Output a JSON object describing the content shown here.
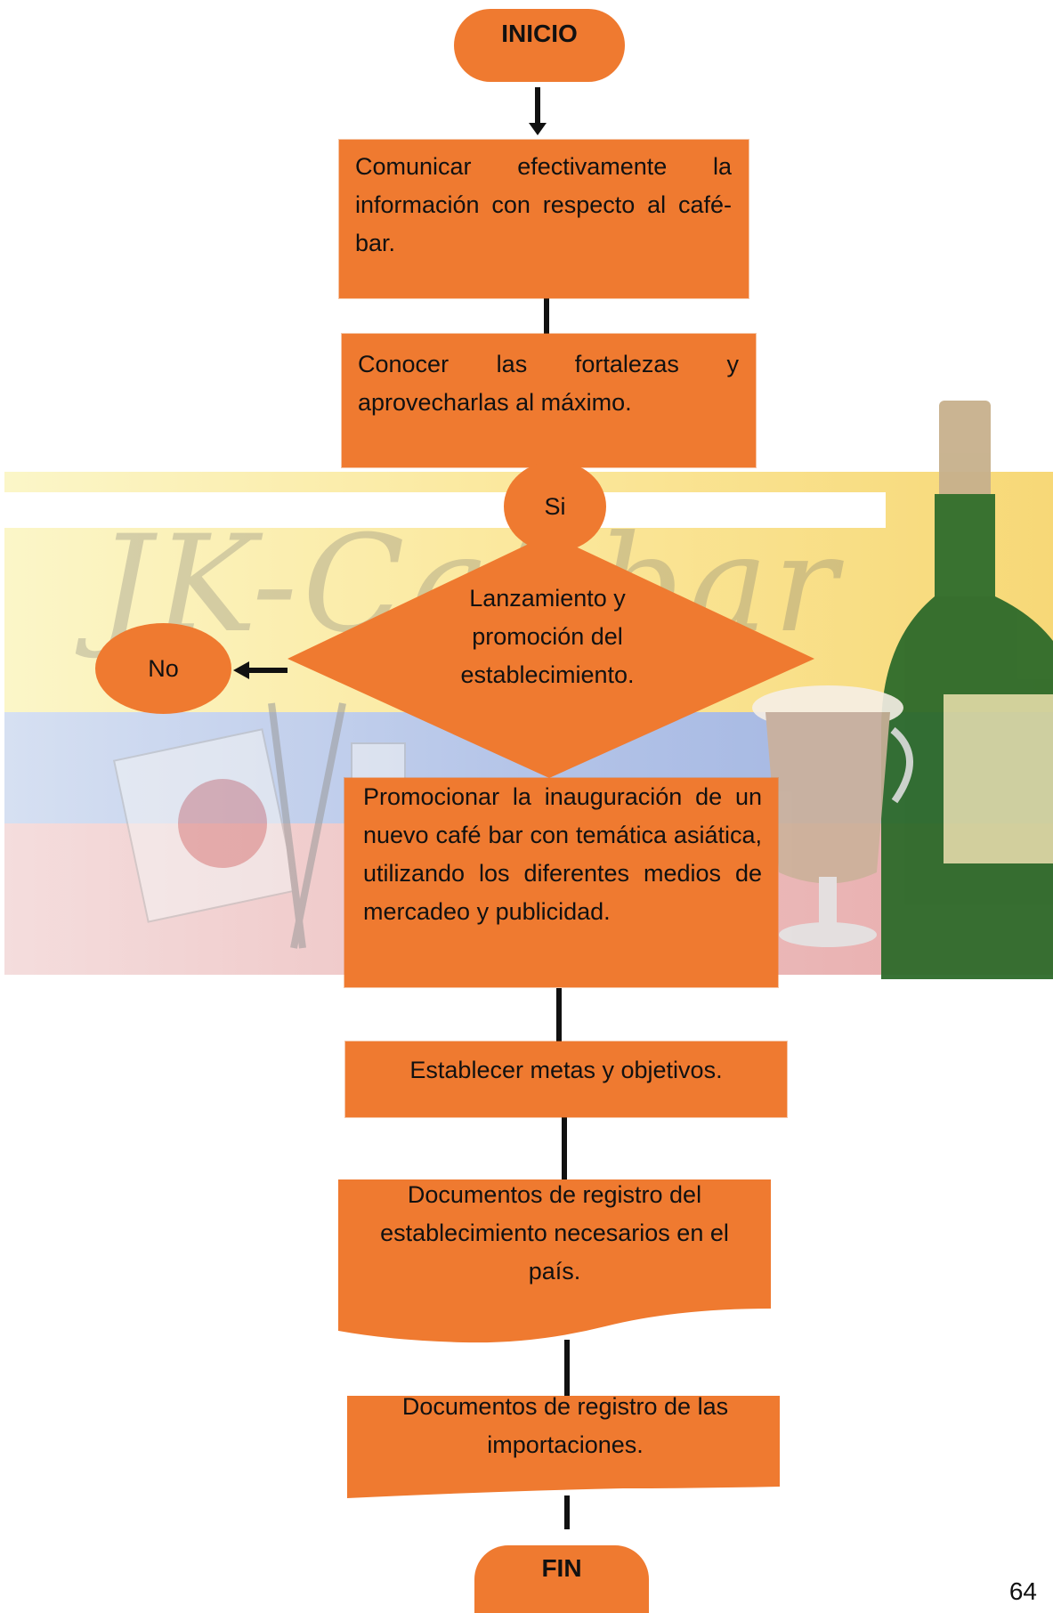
{
  "flowchart": {
    "start": "INICIO",
    "steps": [
      "Comunicar efectivamente la información con respecto al café-bar.",
      "Conocer las fortalezas y aprovecharlas al máximo."
    ],
    "yes_node": "Si",
    "decision": "Lanzamiento y promoción del establecimiento.",
    "no_node": "No",
    "steps_after": [
      "Promocionar la inauguración de un nuevo café bar con temática asiática, utilizando los diferentes medios de mercadeo y publicidad.",
      "Establecer metas y objetivos.",
      "Documentos de registro del establecimiento necesarios en el país.",
      "Documentos de registro de las importaciones."
    ],
    "end": "FIN"
  },
  "watermark": {
    "brand_text": "JK-Caf bar"
  },
  "page_number": "64",
  "colors": {
    "shape_fill": "#ef7a30",
    "connector": "#111111"
  }
}
